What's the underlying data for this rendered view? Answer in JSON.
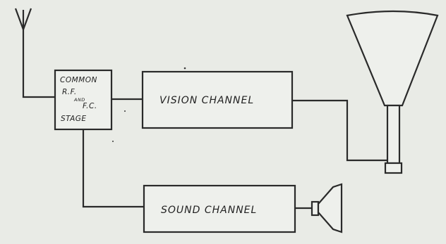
{
  "blocks": {
    "common": {
      "line1": "COMMON",
      "line2": "R.F.",
      "line3": "AND",
      "line4": "F.C.",
      "line5": "STAGE"
    },
    "vision": {
      "label": "VISION CHANNEL"
    },
    "sound": {
      "label": "SOUND CHANNEL"
    }
  },
  "icons": {
    "aerial": "antenna-icon",
    "crt": "cathode-ray-tube-icon",
    "loudspeaker": "loudspeaker-icon"
  },
  "colors": {
    "background": "#e9ebe6",
    "ink": "#2a2a2a"
  }
}
